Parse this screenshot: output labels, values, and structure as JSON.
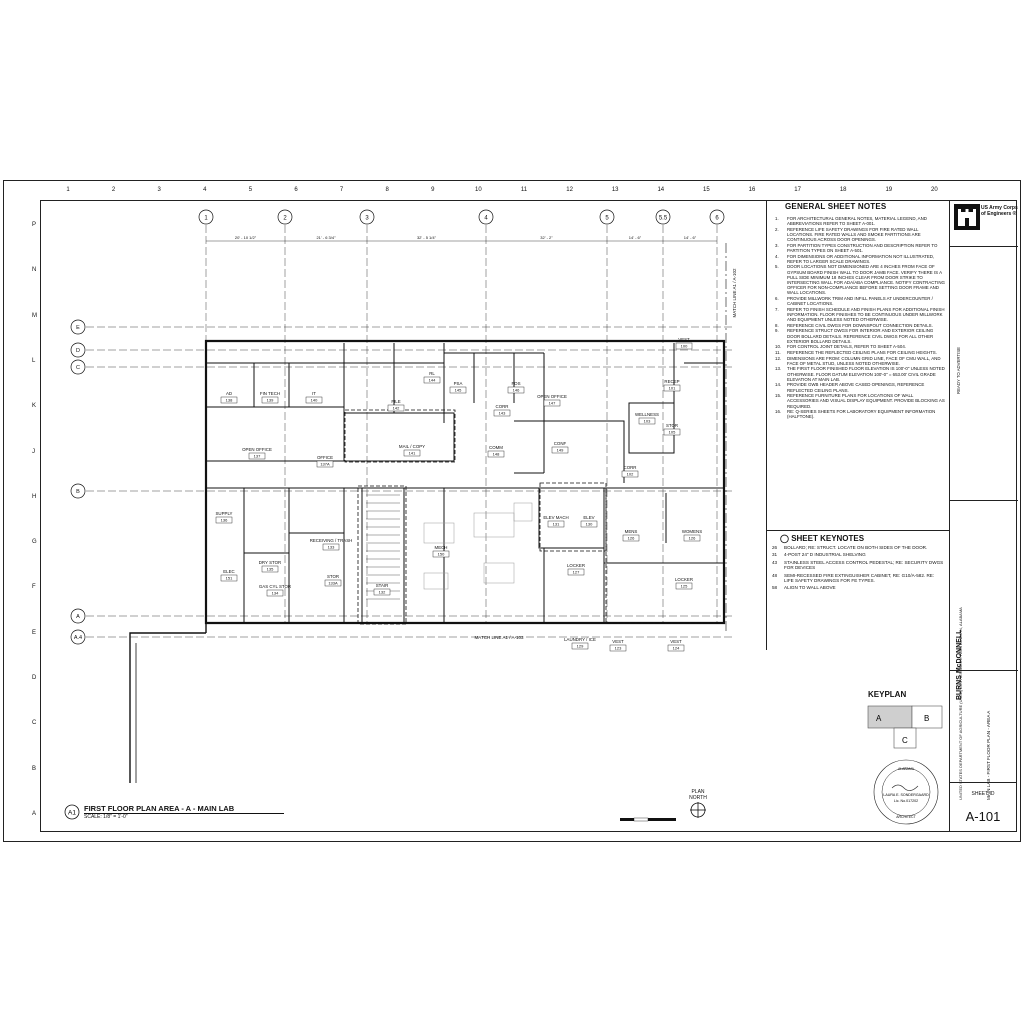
{
  "grid_top": [
    "1",
    "2",
    "3",
    "4",
    "5",
    "6",
    "7",
    "8",
    "9",
    "10",
    "11",
    "12",
    "13",
    "14",
    "15",
    "16",
    "17",
    "18",
    "19",
    "20"
  ],
  "grid_left": [
    "P",
    "N",
    "M",
    "L",
    "K",
    "J",
    "H",
    "G",
    "F",
    "E",
    "D",
    "C",
    "B",
    "A"
  ],
  "column_lines": [
    "1",
    "2",
    "3",
    "4",
    "5",
    "5.5",
    "6"
  ],
  "row_lines": [
    "E",
    "D",
    "C",
    "B",
    "A",
    "A.4"
  ],
  "rooms": [
    {
      "name": "AD",
      "num": "138"
    },
    {
      "name": "FIN TECH",
      "num": "139"
    },
    {
      "name": "IT",
      "num": "140"
    },
    {
      "name": "FILE",
      "num": "142"
    },
    {
      "name": "RL",
      "num": "144"
    },
    {
      "name": "PSA",
      "num": "145"
    },
    {
      "name": "FOS",
      "num": "146"
    },
    {
      "name": "CORR",
      "num": "143"
    },
    {
      "name": "OPEN OFFICE",
      "num": "147"
    },
    {
      "name": "WELLNESS",
      "num": "103"
    },
    {
      "name": "RECEP",
      "num": "101"
    },
    {
      "name": "VEST",
      "num": "100"
    },
    {
      "name": "STOR",
      "num": "105"
    },
    {
      "name": "OPEN OFFICE",
      "num": "137"
    },
    {
      "name": "OFFICE",
      "num": "137A"
    },
    {
      "name": "MAIL / COPY",
      "num": "141"
    },
    {
      "name": "COMM",
      "num": "148"
    },
    {
      "name": "CONF",
      "num": "149"
    },
    {
      "name": "CORR",
      "num": "102"
    },
    {
      "name": "SUPPLY",
      "num": "136"
    },
    {
      "name": "RECEIVING / TRASH",
      "num": "133"
    },
    {
      "name": "MECH",
      "num": "150"
    },
    {
      "name": "ELEV MACH",
      "num": "131"
    },
    {
      "name": "ELEV",
      "num": "130"
    },
    {
      "name": "MENS",
      "num": "126"
    },
    {
      "name": "WOMENS",
      "num": "126"
    },
    {
      "name": "ELEC",
      "num": "151"
    },
    {
      "name": "DRY STOR",
      "num": "135"
    },
    {
      "name": "GAS CYL STOR",
      "num": "134"
    },
    {
      "name": "STOR",
      "num": "133A"
    },
    {
      "name": "STAIR",
      "num": "132"
    },
    {
      "name": "LOCKER",
      "num": "127"
    },
    {
      "name": "LOCKER",
      "num": "125"
    },
    {
      "name": "LAUNDRY / ICE",
      "num": "129"
    },
    {
      "name": "VEST",
      "num": "123"
    },
    {
      "name": "VEST",
      "num": "124"
    }
  ],
  "dimensions_top": [
    "20' - 10 1/2\"",
    "21' - 6 3/4\"",
    "32' - 5 1/4\"",
    "32' - 2\"",
    "14' - 6\"",
    "14' - 6\""
  ],
  "match_line_right": "MATCH LINE  A1 / A-102",
  "match_line_bottom": "MATCH LINE  A1 / A-103",
  "general_notes_title": "GENERAL SHEET NOTES",
  "general_notes": [
    {
      "n": "1.",
      "t": "FOR ARCHITECTURAL GENERAL NOTES, MATERIAL LEGEND, AND ABBREVIATIONS REFER TO SHEET A-001."
    },
    {
      "n": "2.",
      "t": "REFERENCE LIFE SAFETY DRAWINGS FOR FIRE RATED WALL LOCATIONS. FIRE RATED WALLS AND SMOKE PARTITIONS ARE CONTINUOUS ACROSS DOOR OPENINGS."
    },
    {
      "n": "3.",
      "t": "FOR PARTITION TYPES CONSTRUCTION AND DESCRIPTION REFER TO PARTITION TYPES ON SHEET A-501."
    },
    {
      "n": "4.",
      "t": "FOR DIMENSIONS OR ADDITIONAL INFORMATION NOT ILLUSTRATED, REFER TO LARGER SCALE DRAWINGS."
    },
    {
      "n": "5.",
      "t": "DOOR LOCATIONS NOT DIMENSIONED ARE 4 INCHES FROM FACE OF GYPSUM BOARD FINISH WALL TO DOOR JAMB FACE. VERIFY THERE IS A PULL SIDE MINIMUM 18 INCHES CLEAR FROM DOOR STRIKE TO INTERSECTING WALL FOR ADA/ABA COMPLIANCE. NOTIFY CONTRACTING OFFICER FOR NON-COMPLIANCE BEFORE SETTING DOOR FRAME AND WALL LOCATIONS."
    },
    {
      "n": "6.",
      "t": "PROVIDE MILLWORK TRIM AND INFILL PANELS AT UNDERCOUNTER / CABINET LOCATIONS."
    },
    {
      "n": "7.",
      "t": "REFER TO FINISH SCHEDULE AND FINISH PLANS FOR ADDITIONAL FINISH INFORMATION. FLOOR FINISHES TO BE CONTINUOUS UNDER MILLWORK AND EQUIPMENT UNLESS NOTED OTHERWISE."
    },
    {
      "n": "8.",
      "t": "REFERENCE CIVIL DWGS FOR DOWNSPOUT CONNECTION DETAILS."
    },
    {
      "n": "9.",
      "t": "REFERENCE STRUCT DWGS FOR INTERIOR AND EXTERIOR CEILING DOOR BOLLARD DETAILS. REFERENCE CIVIL DWGS FOR ALL OTHER EXTERIOR BOLLARD DETAILS."
    },
    {
      "n": "10.",
      "t": "FOR CONTROL JOINT DETAILS, REFER TO SHEET A-504."
    },
    {
      "n": "11.",
      "t": "REFERENCE THE REFLECTED CEILING PLANS FOR CEILING HEIGHTS."
    },
    {
      "n": "12.",
      "t": "DIMENSIONS ARE FROM: COLUMN GRID LINE, FACE OF CMU WALL, AND FACE OF METAL STUD, UNLESS NOTED OTHERWISE."
    },
    {
      "n": "13.",
      "t": "THE FIRST FLOOR FINISHED FLOOR ELEVATION IS 100'-0\" UNLESS NOTED OTHERWISE. FLOOR DATUM ELEVATION 100'-0\" = 653.00' CIVIL GRADE ELEVATION AT MAIN LAB."
    },
    {
      "n": "14.",
      "t": "PROVIDE GWB HEADER ABOVE CASED OPENINGS, REFERENCE REFLECTED CEILING PLANS."
    },
    {
      "n": "15.",
      "t": "REFERENCE FURNITURE PLANS FOR LOCATIONS OF WALL ACCESSORIES AND VISUAL DISPLAY EQUIPMENT. PROVIDE BLOCKING AS REQUIRED."
    },
    {
      "n": "16.",
      "t": "RE: Q-SERIES SHEETS FOR LABORATORY EQUIPMENT INFORMATION (HALFTONE)."
    }
  ],
  "keynotes_title": "SHEET KEYNOTES",
  "keynotes": [
    {
      "n": "26",
      "t": "BOLLARD; RE: STRUCT. LOCATE ON BOTH SIDES OF THE DOOR."
    },
    {
      "n": "31",
      "t": "4-POST 24\" D INDUSTRIAL SHELVING"
    },
    {
      "n": "43",
      "t": "STAINLESS STEEL ACCESS CONTROL PEDESTAL; RE: SECURITY DWGS FOR DEVICES"
    },
    {
      "n": "48",
      "t": "SEMI-RECESSED FIRE EXTINGUISHER CABINET, RE: G10/A-582. RE: LIFE SAFETY DRAWINGS FOR FE TYPES."
    },
    {
      "n": "58",
      "t": "ALIGN TO WALL ABOVE"
    }
  ],
  "keyplan": {
    "title": "KEYPLAN",
    "a": "A",
    "b": "B",
    "c": "C"
  },
  "plan_title": {
    "tag": "A1",
    "title": "FIRST FLOOR PLAN AREA - A - MAIN LAB",
    "scale": "SCALE: 1/8\" = 1'-0\""
  },
  "north": {
    "line1": "PLAN",
    "line2": "NORTH"
  },
  "titleblock": {
    "agency_line1": "US Army Corps",
    "agency_line2": "of Engineers ®",
    "firm": "BURNS McDONNELL",
    "project": "UNITED STATES DEPARTMENT OF AGRICULTURE (USDA) ARS RESEARCH PARK AUBURN, ALABAMA",
    "sheet_title": "MAIN LAB - FIRST FLOOR PLAN - AREA A",
    "issue": "READY TO ADVERTISE",
    "sheet_id_label": "SHEET ID",
    "sheet_id": "A-101"
  },
  "seal": {
    "name": "LAURA E. SONDERGAARD",
    "lic": "Lic. No.017202",
    "state": "ALABAMA",
    "role": "ARCHITECT"
  }
}
